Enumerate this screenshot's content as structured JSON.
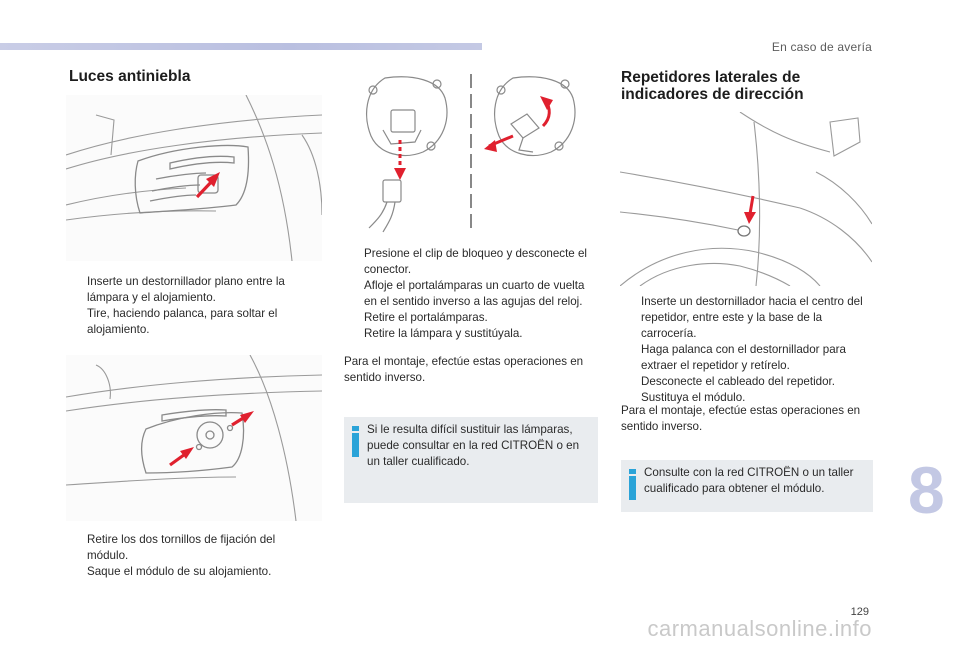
{
  "header": {
    "section": "En caso de avería"
  },
  "left": {
    "title": "Luces antiniebla",
    "steps1": [
      "Inserte un destornillador plano entre la lámpara y el alojamiento.",
      "Tire, haciendo palanca, para soltar el alojamiento."
    ],
    "steps2": [
      "Retire los dos tornillos de fijación del módulo.",
      "Saque el módulo de su alojamiento."
    ]
  },
  "middle": {
    "steps": [
      "Presione el clip de bloqueo y desconecte el conector.",
      "Afloje el portalámparas un cuarto de vuelta en el sentido inverso a las agujas del reloj.",
      "Retire el portalámparas.",
      "Retire la lámpara y sustitúyala."
    ],
    "note": "Para el montaje, efectúe estas operaciones en sentido inverso.",
    "info": "Si le resulta difícil sustituir las lámparas, puede consultar en la red CITROËN o en un taller cualificado."
  },
  "right": {
    "title_line1": "Repetidores laterales de",
    "title_line2": "indicadores de dirección",
    "steps": [
      "Inserte un destornillador hacia el centro del repetidor, entre este y la base de la carrocería.",
      "Haga palanca con el destornillador para extraer el repetidor y retírelo.",
      "Desconecte el cableado del repetidor.",
      "Sustituya el módulo."
    ],
    "note": "Para el montaje, efectúe estas operaciones en sentido inverso.",
    "info": "Consulte con la red CITROËN o un taller cualificado para obtener el módulo."
  },
  "bullet_glyph": "",
  "chapter": "8",
  "page_number": "129",
  "watermark": "carmanualsonline.info",
  "colors": {
    "accent_bar": "#c3c8e4",
    "info_icon": "#2aa3d8",
    "arrow": "#e0202e",
    "info_bg": "#e9ecef"
  }
}
